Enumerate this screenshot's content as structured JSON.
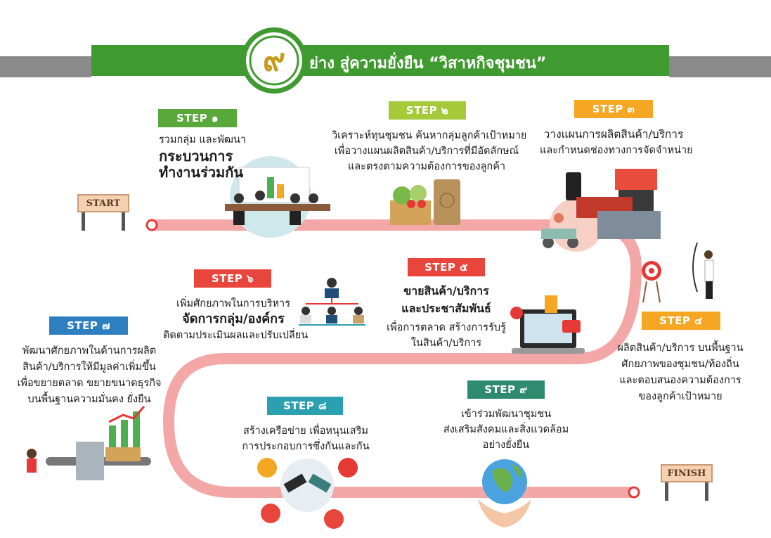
{
  "header": {
    "logo_text": "๙",
    "title": "ย่าง สู่ความยั่งยืน “วิสาหกิจชุมชน”"
  },
  "signs": {
    "start": "START",
    "finish": "FINISH"
  },
  "colors": {
    "banner": "#3f9a2f",
    "path": "#f4a7a7",
    "path_node": "#e53935",
    "step1": "#5aa83c",
    "step2": "#a6c93a",
    "step3": "#f5a623",
    "step4": "#f5a623",
    "step5": "#e8453c",
    "step6": "#e8453c",
    "step7": "#2d7fc0",
    "step8": "#2aa0b0",
    "step9": "#2e8b6e"
  },
  "steps": [
    {
      "label": "STEP ๑",
      "lines": [
        "รวมกลุ่ม และพัฒนา"
      ],
      "bold": [
        "กระบวนการ",
        "ทำงานร่วมกัน"
      ]
    },
    {
      "label": "STEP ๒",
      "lines": [
        "วิเคราะห์ทุนชุมชน ค้นหากลุ่มลูกค้าเป้าหมาย",
        "เพื่อวางแผนผลิตสินค้า/บริการที่มีอัตลักษณ์",
        "และตรงตามความต้องการของลูกค้า"
      ]
    },
    {
      "label": "STEP ๓",
      "lines": [
        "วางแผนการผลิตสินค้า/บริการ",
        "และกำหนดช่องทางการจัดจำหน่าย"
      ]
    },
    {
      "label": "STEP ๔",
      "lines": [
        "ผลิตสินค้า/บริการ บนพื้นฐาน",
        "ศักยภาพของชุมชน/ท้องถิ่น",
        "และตอบสนองความต้องการ",
        "ของลูกค้าเป้าหมาย"
      ]
    },
    {
      "label": "STEP ๕",
      "lines_big": [
        "ขายสินค้า/บริการ",
        "และประชาสัมพันธ์"
      ],
      "lines": [
        "เพื่อการตลาด สร้างการรับรู้",
        "ในสินค้า/บริการ"
      ]
    },
    {
      "label": "STEP ๖",
      "lines_pre": [
        "เพิ่มศักยภาพในการบริหาร"
      ],
      "bold": [
        "จัดการกลุ่ม/องค์กร"
      ],
      "lines": [
        "ติดตามประเมินผลและปรับเปลี่ยน"
      ]
    },
    {
      "label": "STEP ๗",
      "lines": [
        "พัฒนาศักยภาพในด้านการผลิต",
        "สินค้า/บริการให้มีมูลค่าเพิ่มขึ้น",
        "เพื่อขยายตลาด ขยายขนาดธุรกิจ",
        "บนพื้นฐานความมั่นคง ยั่งยืน"
      ]
    },
    {
      "label": "STEP ๘",
      "lines": [
        "สร้างเครือข่าย เพื่อหนุนเสริม",
        "การประกอบการซึ่งกันและกัน"
      ]
    },
    {
      "label": "STEP ๙",
      "lines": [
        "เข้าร่วมพัฒนาชุมชน",
        "ส่งเสริมสังคมและสิ่งแวดล้อม",
        "อย่างยั่งยืน"
      ]
    }
  ]
}
